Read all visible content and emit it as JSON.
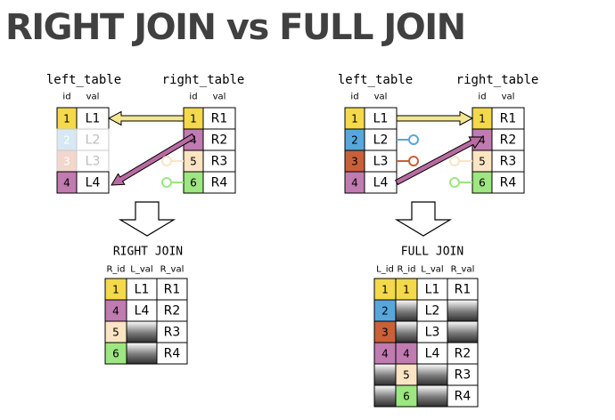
{
  "title": "RIGHT JOIN vs FULL JOIN",
  "colors": {
    "yellow": "#f3d94b",
    "blue": "#58a7db",
    "orange": "#c8603a",
    "purple": "#c07bb0",
    "peach": "#fbe4c3",
    "green": "#9de681",
    "light_blue": "#d8e8f3",
    "light_orange": "#f3d6cc",
    "arrow_yellow": "#f3e68e",
    "arrow_purple": "#b96aa2"
  },
  "left_panel": {
    "left_table": {
      "name": "left_table",
      "headers": [
        "id",
        "val"
      ],
      "rows": [
        {
          "id": "1",
          "val": "L1",
          "color": "yellow",
          "faded": false
        },
        {
          "id": "2",
          "val": "L2",
          "color": "light_blue",
          "faded": true
        },
        {
          "id": "3",
          "val": "L3",
          "color": "light_orange",
          "faded": true
        },
        {
          "id": "4",
          "val": "L4",
          "color": "purple",
          "faded": false
        }
      ]
    },
    "right_table": {
      "name": "right_table",
      "headers": [
        "id",
        "val"
      ],
      "rows": [
        {
          "id": "1",
          "val": "R1",
          "color": "yellow"
        },
        {
          "id": "4",
          "val": "R2",
          "color": "purple"
        },
        {
          "id": "5",
          "val": "R3",
          "color": "peach"
        },
        {
          "id": "6",
          "val": "R4",
          "color": "green"
        }
      ]
    },
    "result_label": "RIGHT JOIN",
    "result": {
      "headers": [
        "R_id",
        "L_val",
        "R_val"
      ],
      "rows": [
        {
          "id": "1",
          "id_color": "yellow",
          "lval": "L1",
          "rval": "R1"
        },
        {
          "id": "4",
          "id_color": "purple",
          "lval": "L4",
          "rval": "R2"
        },
        {
          "id": "5",
          "id_color": "peach",
          "lval": "",
          "rval": "R3"
        },
        {
          "id": "6",
          "id_color": "green",
          "lval": "",
          "rval": "R4"
        }
      ]
    }
  },
  "right_panel": {
    "left_table": {
      "name": "left_table",
      "headers": [
        "id",
        "val"
      ],
      "rows": [
        {
          "id": "1",
          "val": "L1",
          "color": "yellow",
          "faded": false
        },
        {
          "id": "2",
          "val": "L2",
          "color": "blue",
          "faded": false
        },
        {
          "id": "3",
          "val": "L3",
          "color": "orange",
          "faded": false
        },
        {
          "id": "4",
          "val": "L4",
          "color": "purple",
          "faded": false
        }
      ]
    },
    "right_table": {
      "name": "right_table",
      "headers": [
        "id",
        "val"
      ],
      "rows": [
        {
          "id": "1",
          "val": "R1",
          "color": "yellow"
        },
        {
          "id": "4",
          "val": "R2",
          "color": "purple"
        },
        {
          "id": "5",
          "val": "R3",
          "color": "peach"
        },
        {
          "id": "6",
          "val": "R4",
          "color": "green"
        }
      ]
    },
    "result_label": "FULL JOIN",
    "result": {
      "headers": [
        "L_id",
        "R_id",
        "L_val",
        "R_val"
      ],
      "rows": [
        {
          "lid": "1",
          "lid_color": "yellow",
          "rid": "1",
          "rid_color": "yellow",
          "lval": "L1",
          "rval": "R1"
        },
        {
          "lid": "2",
          "lid_color": "blue",
          "rid": "",
          "rid_color": null,
          "lval": "L2",
          "rval": ""
        },
        {
          "lid": "3",
          "lid_color": "orange",
          "rid": "",
          "rid_color": null,
          "lval": "L3",
          "rval": ""
        },
        {
          "lid": "4",
          "lid_color": "purple",
          "rid": "4",
          "rid_color": "purple",
          "lval": "L4",
          "rval": "R2"
        },
        {
          "lid": "",
          "lid_color": null,
          "rid": "5",
          "rid_color": "peach",
          "lval": "",
          "rval": "R3"
        },
        {
          "lid": "",
          "lid_color": null,
          "rid": "6",
          "rid_color": "green",
          "lval": "",
          "rval": "R4"
        }
      ]
    }
  }
}
